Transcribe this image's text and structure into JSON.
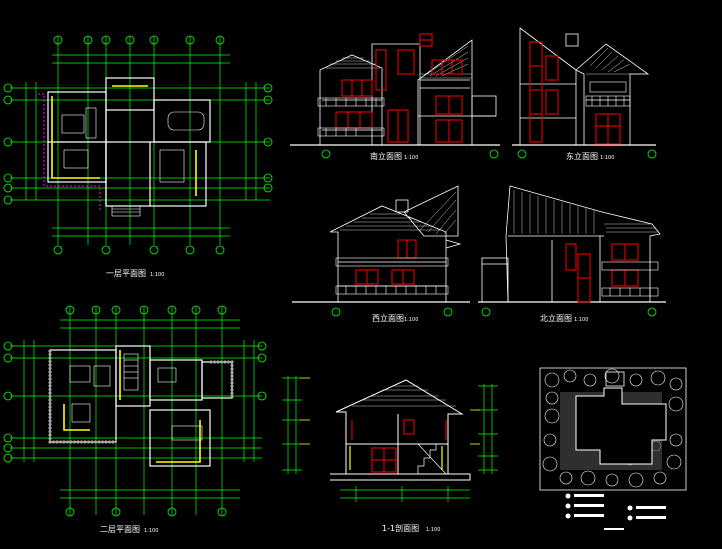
{
  "drawing": {
    "sheets": [
      {
        "key": "plan1",
        "title": "一层平面图",
        "scale": "1:100"
      },
      {
        "key": "plan2",
        "title": "二层平面图",
        "scale": "1:100"
      },
      {
        "key": "south",
        "title": "南立面图",
        "scale": "1:100"
      },
      {
        "key": "east",
        "title": "东立面图",
        "scale": "1:100"
      },
      {
        "key": "west",
        "title": "西立面图",
        "scale": "1:100"
      },
      {
        "key": "north",
        "title": "北立面图",
        "scale": "1:100"
      },
      {
        "key": "section",
        "title": "1-1剖面图",
        "scale": "1:100"
      }
    ]
  },
  "colors": {
    "background": "#000000",
    "line": "#ffffff",
    "grid": "#00ff00",
    "window": "#ff0000",
    "accent": "#ffff00",
    "hatch": "#ff00ff"
  }
}
